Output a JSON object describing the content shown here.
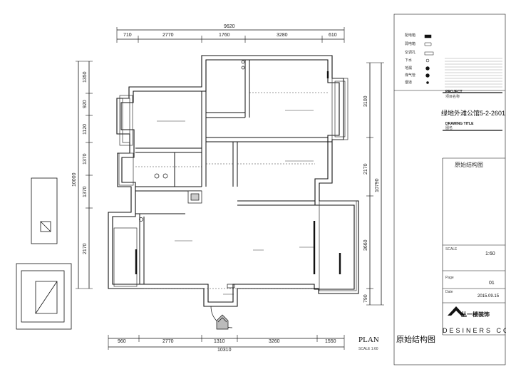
{
  "dims_top_total": "9620",
  "dims_top": [
    "710",
    "2770",
    "1760",
    "3280",
    "610"
  ],
  "dims_bottom": [
    "960",
    "2770",
    "1310",
    "3260",
    "1550"
  ],
  "dims_bottom_total": "10310",
  "dims_left_total": "10000",
  "dims_left": [
    "1350",
    "920",
    "1120",
    "1370",
    "1370",
    "2170"
  ],
  "dims_right_total": "10790",
  "dims_right": [
    "3100",
    "2170",
    "3660",
    "790"
  ],
  "legend": [
    "配电箱",
    "弱电箱",
    "空调孔",
    "下水",
    "地漏",
    "煤气管",
    "烟道"
  ],
  "plan": {
    "label": "PLAN",
    "title": "原始结构图",
    "scale": "SCALE 1:60"
  },
  "title_block": {
    "project_label": "PROJECT",
    "project_cn": "项目名称",
    "project_name": "绿地外滩公馆5-2-2601",
    "drawing_title_label": "DRAWING TITLE",
    "drawing_title_cn": "图名",
    "drawing_title": "原始结构图",
    "scale_label": "SCALE",
    "scale_value": "1:60",
    "page_label": "Page",
    "page_value": "01",
    "date_label": "Date",
    "date_value": "2015.09.15",
    "brand": "丛一楼装饰",
    "designers": "DESINERS CO."
  }
}
